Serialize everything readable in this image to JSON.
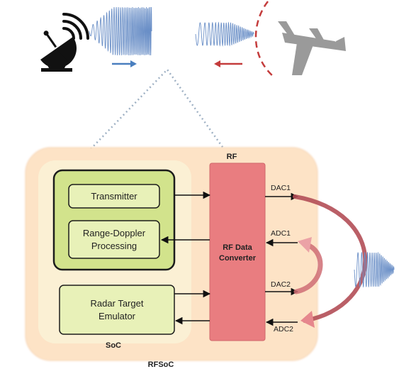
{
  "blocks": {
    "transmitter": "Transmitter",
    "range_doppler_line1": "Range-Doppler",
    "range_doppler_line2": "Processing",
    "radar_target_line1": "Radar Target",
    "radar_target_line2": "Emulator",
    "rf_data_line1": "RF Data",
    "rf_data_line2": "Converter"
  },
  "regions": {
    "rf": "RF",
    "soc": "SoC",
    "rfsoc": "RFSoC"
  },
  "ports": {
    "dac1": "DAC1",
    "adc1": "ADC1",
    "dac2": "DAC2",
    "adc2": "ADC2"
  },
  "colors": {
    "rfsoc_fill": "#fde3c6",
    "soc_fill": "#fbf0d4",
    "green_outer": "#d2e38c",
    "green_inner": "#e8f1b8",
    "rf_converter": "#e97d80",
    "tx_arrow": "#4a7fbf",
    "rx_arrow": "#c43c3c",
    "loop_arc": "#b34e56",
    "loop_arc_light": "#eba2a6",
    "signal": "#6a8fc7",
    "aircraft": "#9a9a9a"
  },
  "icons": {
    "antenna": "radar-dish-icon",
    "aircraft": "airplane-icon"
  }
}
